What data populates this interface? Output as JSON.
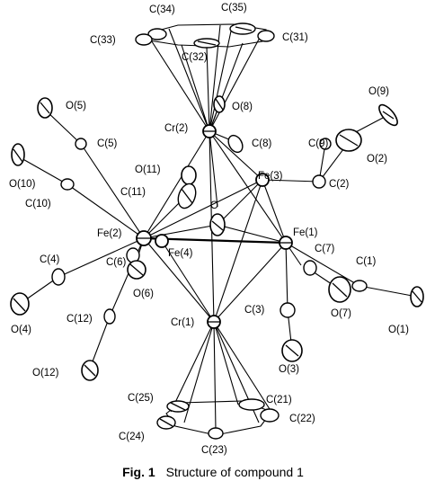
{
  "figure": {
    "caption_prefix": "Fig. 1",
    "caption_text": "Structure of compound 1"
  },
  "labels": {
    "C34": "C(34)",
    "C35": "C(35)",
    "C33": "C(33)",
    "C31": "C(31)",
    "C32": "C(32)",
    "O8": "O(8)",
    "O9": "O(9)",
    "O5": "O(5)",
    "Cr2": "Cr(2)",
    "C8": "C(8)",
    "C9": "C(9)",
    "O2": "O(2)",
    "C5": "C(5)",
    "O11": "O(11)",
    "Fe3": "Fe(3)",
    "C2": "C(2)",
    "O10": "O(10)",
    "C11": "C(11)",
    "C10": "C(10)",
    "O": "O",
    "Fe1": "Fe(1)",
    "Fe2": "Fe(2)",
    "C7": "C(7)",
    "C1": "C(1)",
    "C4": "C(4)",
    "C6": "C(6)",
    "Fe4": "Fe(4)",
    "O6": "O(6)",
    "O7": "O(7)",
    "O1": "O(1)",
    "C3": "C(3)",
    "C12": "C(12)",
    "O4": "O(4)",
    "Cr1": "Cr(1)",
    "O3": "O(3)",
    "O12": "O(12)",
    "C25": "C(25)",
    "C21": "C(21)",
    "C22": "C(22)",
    "C24": "C(24)",
    "C23": "C(23)"
  }
}
